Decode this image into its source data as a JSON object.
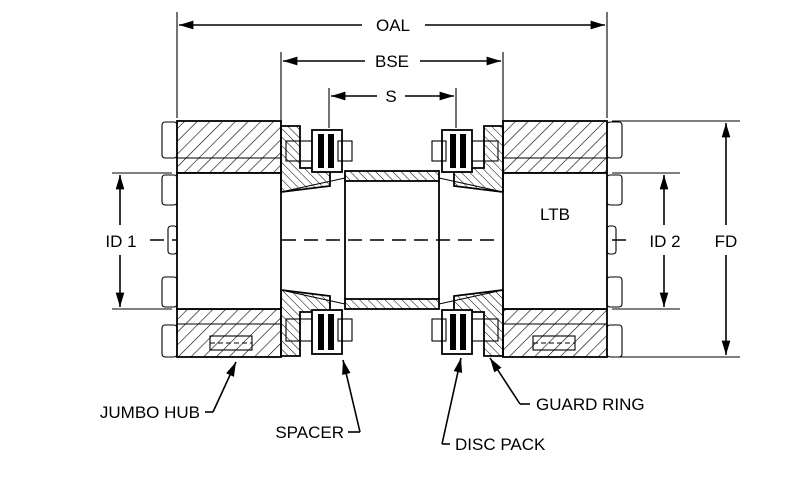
{
  "dimensions": {
    "oal": "OAL",
    "bse": "BSE",
    "s": "S",
    "ltb": "LTB",
    "id1": "ID 1",
    "id2": "ID 2",
    "fd": "FD"
  },
  "callouts": {
    "jumbo_hub": "JUMBO HUB",
    "spacer": "SPACER",
    "guard_ring": "GUARD RING",
    "disc_pack": "DISC PACK"
  }
}
